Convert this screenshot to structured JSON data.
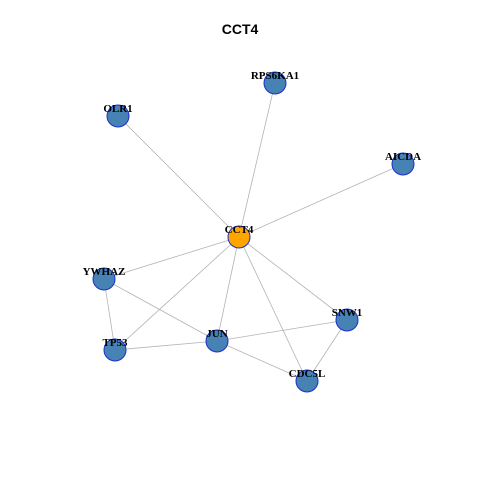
{
  "title": "CCT4",
  "colors": {
    "hub_fill": "#FFA500",
    "node_fill": "#4682B4",
    "node_stroke": "#1C2FCC",
    "edge": "#B3B3B3"
  },
  "network": {
    "hub": "CCT4",
    "nodes": [
      {
        "id": "RPS6KA1",
        "label": "RPS6KA1",
        "role": "neighbor"
      },
      {
        "id": "OLR1",
        "label": "OLR1",
        "role": "neighbor"
      },
      {
        "id": "AICDA",
        "label": "AICDA",
        "role": "neighbor"
      },
      {
        "id": "CCT4",
        "label": "CCT4",
        "role": "hub"
      },
      {
        "id": "YWHAZ",
        "label": "YWHAZ",
        "role": "neighbor"
      },
      {
        "id": "SNW1",
        "label": "SNW1",
        "role": "neighbor"
      },
      {
        "id": "TP53",
        "label": "TP53",
        "role": "neighbor"
      },
      {
        "id": "JUN",
        "label": "JUN",
        "role": "neighbor"
      },
      {
        "id": "CDC5L",
        "label": "CDC5L",
        "role": "neighbor"
      }
    ],
    "edges": [
      [
        "CCT4",
        "RPS6KA1"
      ],
      [
        "CCT4",
        "OLR1"
      ],
      [
        "CCT4",
        "AICDA"
      ],
      [
        "CCT4",
        "YWHAZ"
      ],
      [
        "CCT4",
        "TP53"
      ],
      [
        "CCT4",
        "JUN"
      ],
      [
        "CCT4",
        "SNW1"
      ],
      [
        "CCT4",
        "CDC5L"
      ],
      [
        "YWHAZ",
        "TP53"
      ],
      [
        "YWHAZ",
        "JUN"
      ],
      [
        "TP53",
        "JUN"
      ],
      [
        "JUN",
        "SNW1"
      ],
      [
        "JUN",
        "CDC5L"
      ],
      [
        "SNW1",
        "CDC5L"
      ]
    ]
  }
}
